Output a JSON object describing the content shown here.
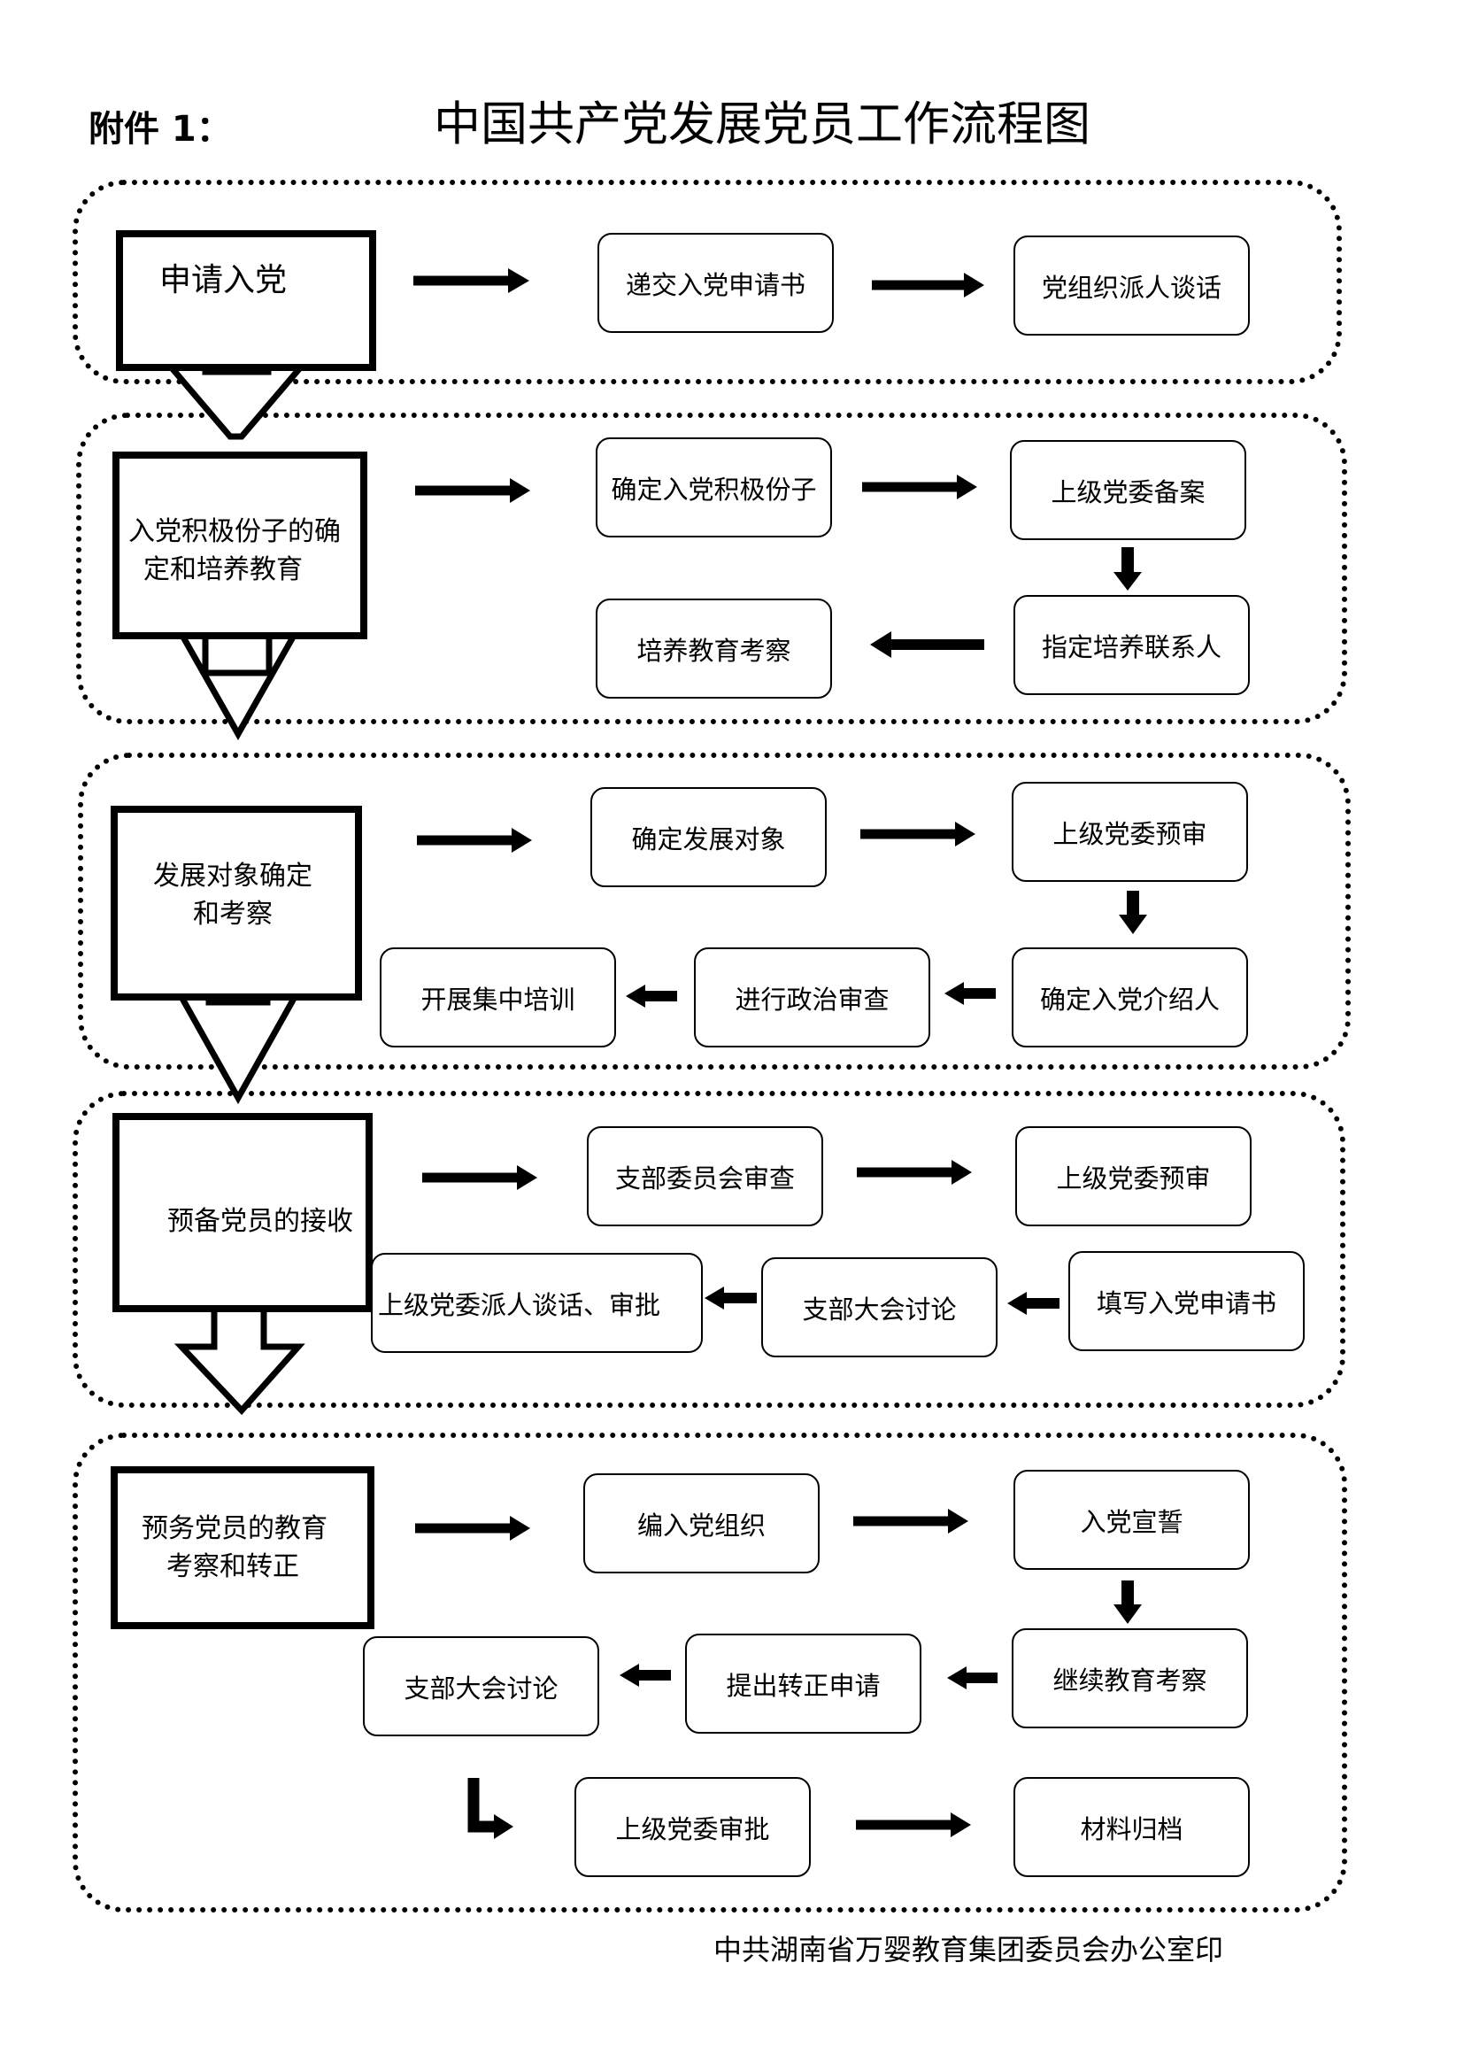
{
  "header": {
    "attachment_label": "附件 1：",
    "title": "中国共产党发展党员工作流程图"
  },
  "stages": [
    {
      "label_lines": [
        "申请入党"
      ],
      "steps": [
        "递交入党申请书",
        "党组织派人谈话"
      ]
    },
    {
      "label_lines": [
        "入党积极份子的确",
        "定和培养教育"
      ],
      "steps": [
        "确定入党积极份子",
        "上级党委备案",
        "指定培养联系人",
        "培养教育考察"
      ]
    },
    {
      "label_lines": [
        "发展对象确定",
        "和考察"
      ],
      "steps": [
        "确定发展对象",
        "上级党委预审",
        "确定入党介绍人",
        "进行政治审查",
        "开展集中培训"
      ]
    },
    {
      "label_lines": [
        "预备党员的接收"
      ],
      "steps": [
        "支部委员会审查",
        "上级党委预审",
        "填写入党申请书",
        "支部大会讨论",
        "上级党委派人谈话、审批"
      ]
    },
    {
      "label_lines": [
        "预务党员的教育",
        "考察和转正"
      ],
      "steps": [
        "编入党组织",
        "入党宣誓",
        "继续教育考察",
        "提出转正申请",
        "支部大会讨论",
        "上级党委审批",
        "材料归档"
      ]
    }
  ],
  "footer": {
    "seal_text": "中共湖南省万婴教育集团委员会办公室印"
  }
}
